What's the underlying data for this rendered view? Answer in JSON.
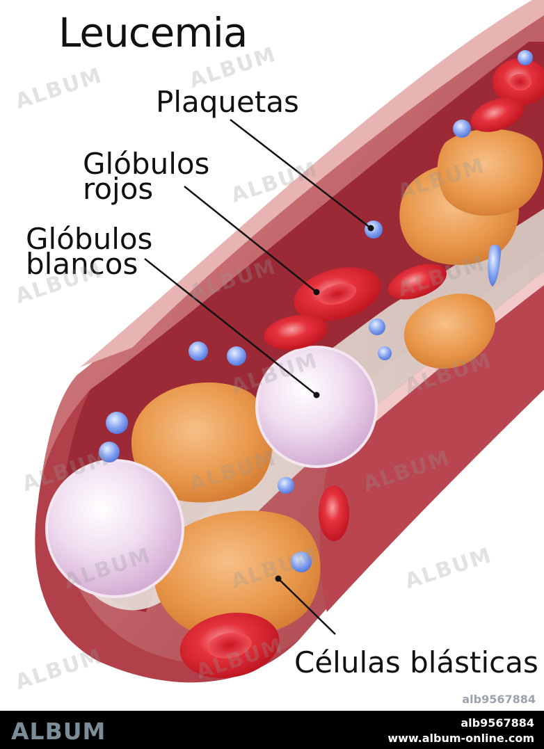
{
  "title": "Leucemia",
  "labels": {
    "plaquetas": "Plaquetas",
    "globulos_rojos_1": "Glóbulos",
    "globulos_rojos_2": "rojos",
    "globulos_blancos_1": "Glóbulos",
    "globulos_blancos_2": "blancos",
    "celulas_blasticas": "Células blásticas"
  },
  "watermark": "ALBUM",
  "image_id": "alb9567884",
  "footer": {
    "brand": "ALBUM",
    "id": "alb9567884",
    "url": "www.album-online.com"
  },
  "colors": {
    "vessel_wall": "#c1555e",
    "vessel_inner": "#a8333d",
    "red_cell": "#e0202d",
    "white_cell": "#ecd4ea",
    "blast_cell": "#e69a45",
    "platelet": "#7b9cf0"
  }
}
